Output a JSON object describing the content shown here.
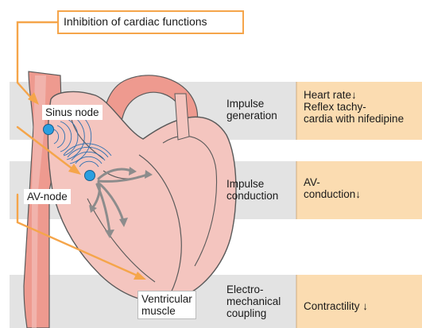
{
  "top_label": "Inhibition of cardiac functions",
  "structures": {
    "sinus_node": "Sinus node",
    "av_node": "AV-node",
    "ventricular_muscle": "Ventricular\nmuscle"
  },
  "rows": [
    {
      "function": "Impulse\ngeneration",
      "effect": "Heart rate↓\nReflex tachy-\ncardia with nifedipine"
    },
    {
      "function": "Impulse\nconduction",
      "effect": "AV-\nconduction↓"
    },
    {
      "function": "Electro-\nmechanical\ncoupling",
      "effect": "Contractility ↓"
    }
  ],
  "colors": {
    "band": "#e3e3e3",
    "effect_panel": "#fbdcb1",
    "arrow": "#f5a54a",
    "heart": "#f4c5bf",
    "heart_outline": "#5a5a5a",
    "vessel": "#ee9a8f",
    "node": "#2b9fe0",
    "conduction_arrows": "#8c8c8c"
  }
}
